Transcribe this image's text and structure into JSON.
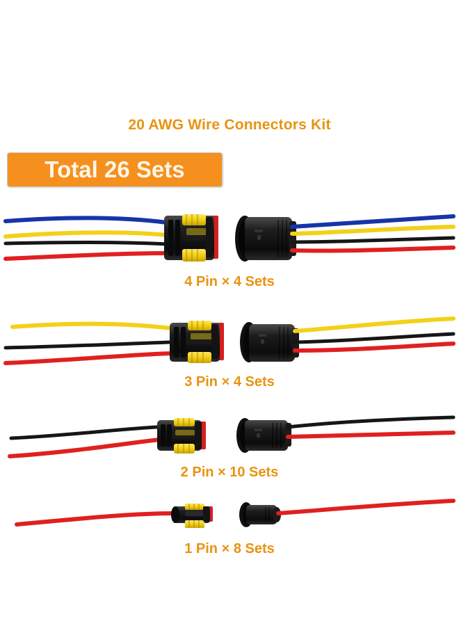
{
  "header": {
    "title": "20 AWG Wire Connectors Kit",
    "badge_label": "Total 26 Sets",
    "title_color": "#E8930F",
    "badge_color": "#F5901E",
    "badge_text_color": "#FDF6E8"
  },
  "product": {
    "wire_gauge": "20 AWG",
    "total_sets": 26,
    "background_color": "#FFFFFF"
  },
  "rows": [
    {
      "pins": 4,
      "sets": 4,
      "caption": "4 Pin × 4 Sets",
      "female": {
        "position": "left",
        "body_color": "#1A1A1A",
        "lock_color": "#F2D118",
        "seal_color": "#D61F1F",
        "wire_colors": [
          "#1635A8",
          "#F2D118",
          "#161616",
          "#E02020"
        ]
      },
      "male": {
        "position": "right",
        "body_color": "#1A1A1A",
        "wire_colors": [
          "#1635A8",
          "#F2D118",
          "#161616",
          "#E02020"
        ]
      }
    },
    {
      "pins": 3,
      "sets": 4,
      "caption": "3 Pin × 4 Sets",
      "female": {
        "position": "left",
        "body_color": "#1A1A1A",
        "lock_color": "#F2D118",
        "seal_color": "#D61F1F",
        "wire_colors": [
          "#F2D118",
          "#161616",
          "#E02020"
        ]
      },
      "male": {
        "position": "right",
        "body_color": "#1A1A1A",
        "wire_colors": [
          "#F2D118",
          "#161616",
          "#E02020"
        ]
      }
    },
    {
      "pins": 2,
      "sets": 10,
      "caption": "2 Pin × 10 Sets",
      "female": {
        "position": "left",
        "body_color": "#1A1A1A",
        "lock_color": "#F2D118",
        "seal_color": "#D61F1F",
        "wire_colors": [
          "#161616",
          "#E02020"
        ]
      },
      "male": {
        "position": "right",
        "body_color": "#1A1A1A",
        "wire_colors": [
          "#161616",
          "#E02020"
        ]
      }
    },
    {
      "pins": 1,
      "sets": 8,
      "caption": "1 Pin × 8 Sets",
      "female": {
        "position": "left",
        "body_color": "#1A1A1A",
        "lock_color": "#F2D118",
        "seal_color": "#D61F1F",
        "wire_colors": [
          "#E02020"
        ]
      },
      "male": {
        "position": "right",
        "body_color": "#1A1A1A",
        "wire_colors": [
          "#E02020"
        ]
      }
    }
  ]
}
